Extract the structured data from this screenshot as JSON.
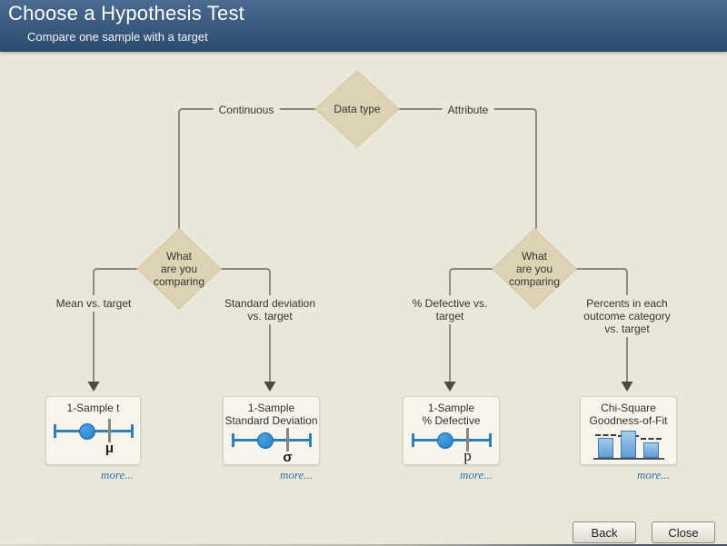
{
  "header": {
    "title": "Choose a Hypothesis Test",
    "subtitle": "Compare one sample with a target"
  },
  "tree": {
    "root_label": "Data type",
    "branch_left_label": "Continuous",
    "branch_right_label": "Attribute",
    "decision_left_label": "What\nare you\ncomparing",
    "decision_right_label": "What\nare you\ncomparing",
    "leaf_labels": {
      "mean": "Mean vs. target",
      "stdev": "Standard deviation\nvs. target",
      "defective": "% Defective vs.\ntarget",
      "percents": "Percents in each\noutcome category\nvs. target"
    }
  },
  "cards": [
    {
      "title": "1-Sample t",
      "symbol": "μ",
      "icon": "dot-plot-target-icon",
      "more_label": "more..."
    },
    {
      "title": "1-Sample\nStandard Deviation",
      "symbol": "σ",
      "icon": "dot-plot-target-icon",
      "more_label": "more..."
    },
    {
      "title": "1-Sample\n% Defective",
      "symbol": "p",
      "icon": "dot-plot-target-icon",
      "more_label": "more..."
    },
    {
      "title": "Chi-Square\nGoodness-of-Fit",
      "icon": "bar-chart-icon",
      "more_label": "more..."
    }
  ],
  "footer": {
    "back_label": "Back",
    "close_label": "Close"
  },
  "colors": {
    "header_top": "#4b6d91",
    "header_bottom": "#2b4c6e",
    "background": "#eae7d9",
    "diamond_fill": "#ddd2b4",
    "connector_gray": "#807d70",
    "accent_blue": "#2e7fc2",
    "link_blue": "#2f72b4",
    "card_background": "#f7f5ee"
  }
}
